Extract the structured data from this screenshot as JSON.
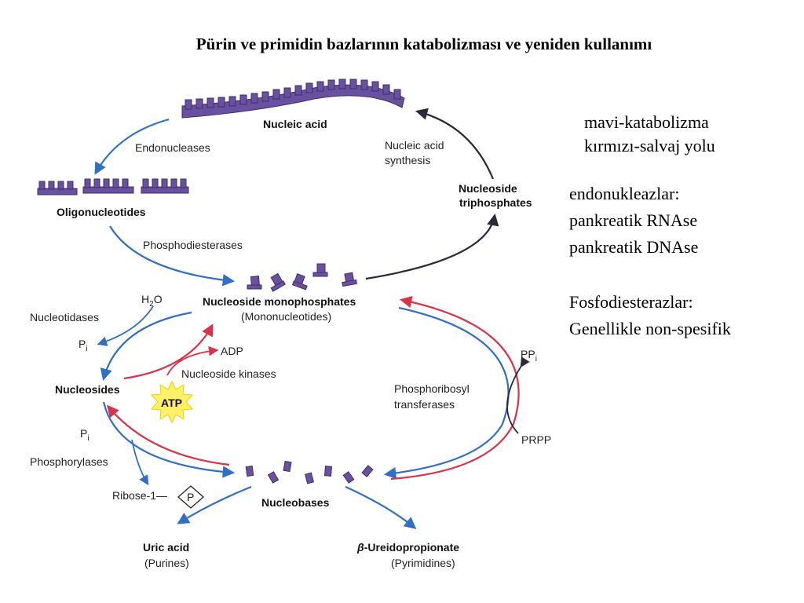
{
  "title": "Pürin ve primidin bazlarının katabolizması ve yeniden kullanımı",
  "legend": {
    "blue": "mavi-katabolizma",
    "red": "kırmızı-salvaj yolu"
  },
  "notes": {
    "endo_head": "endonukleazlar:",
    "endo_1": "pankreatik RNAse",
    "endo_2": "pankreatik DNAse",
    "phos_head": "Fosfodiesterazlar:",
    "phos_1": "Genellikle non-spesifik"
  },
  "diagram": {
    "nucleic_acid": "Nucleic acid",
    "endonucleases": "Endonucleases",
    "nucleic_acid_synthesis_1": "Nucleic acid",
    "nucleic_acid_synthesis_2": "synthesis",
    "nucleoside_tp_1": "Nucleoside",
    "nucleoside_tp_2": "triphosphates",
    "oligonucleotides": "Oligonucleotides",
    "phosphodiesterases": "Phosphodiesterases",
    "nmp": "Nucleoside monophosphates",
    "mononucleotides": "(Mononucleotides)",
    "h2o_h": "H",
    "h2o_sub": "2",
    "h2o_o": "O",
    "nucleotidases": "Nucleotidases",
    "pi_1": "P",
    "pi_1_sub": "i",
    "adp": "ADP",
    "nucleoside_kinases": "Nucleoside kinases",
    "nucleosides": "Nucleosides",
    "atp": "ATP",
    "pi_2": "P",
    "pi_2_sub": "i",
    "phosphorylases": "Phosphorylases",
    "ribose": "Ribose-1—",
    "p_diamond": "P",
    "nucleobases": "Nucleobases",
    "pp_i": "PP",
    "pp_i_sub": "i",
    "prpp": "PRPP",
    "phosphoribosyl_1": "Phosphoribosyl",
    "phosphoribosyl_2": "transferases",
    "uric_acid": "Uric acid",
    "purines": "(Purines)",
    "beta": "β",
    "ureido": "-Ureidopropionate",
    "pyrimidines": "(Pyrimidines)"
  },
  "colors": {
    "catabolism_blue": "#2f6fc4",
    "salvage_red": "#d9334a",
    "synthesis_dark": "#2a2a3a",
    "nucleotide_purple": "#6a50a0",
    "atp_yellow": "#fff06a"
  }
}
